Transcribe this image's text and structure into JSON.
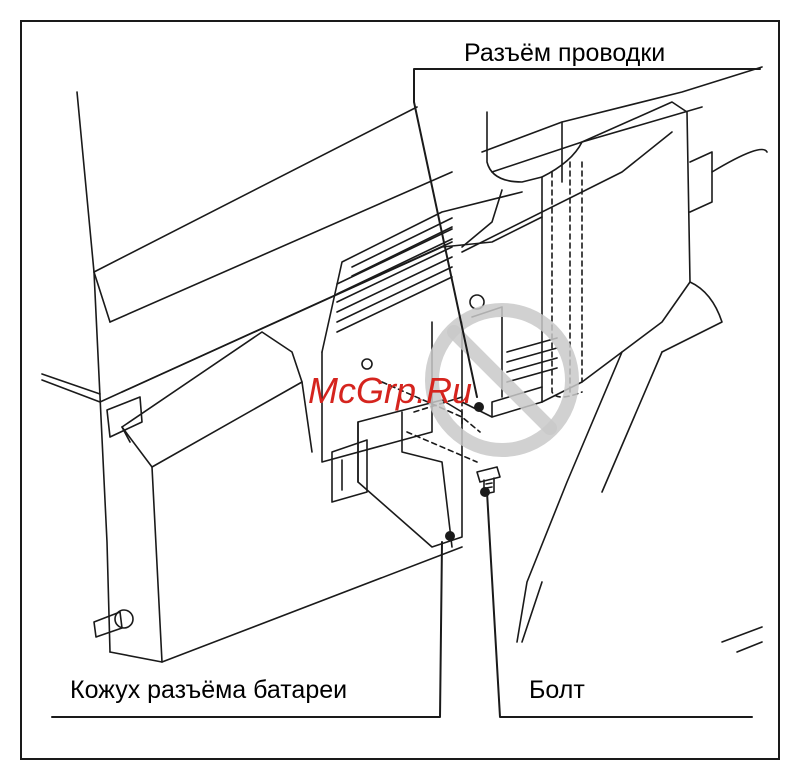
{
  "callouts": {
    "wiring_connector": "Разъём проводки",
    "battery_cover": "Кожух разъёма батареи",
    "bolt": "Болт"
  },
  "watermark": {
    "text": "McGrp.Ru",
    "color": "#d5241e",
    "circle_color": "#c9c9c9"
  },
  "colors": {
    "line": "#1a1a1a",
    "background": "#ffffff"
  }
}
